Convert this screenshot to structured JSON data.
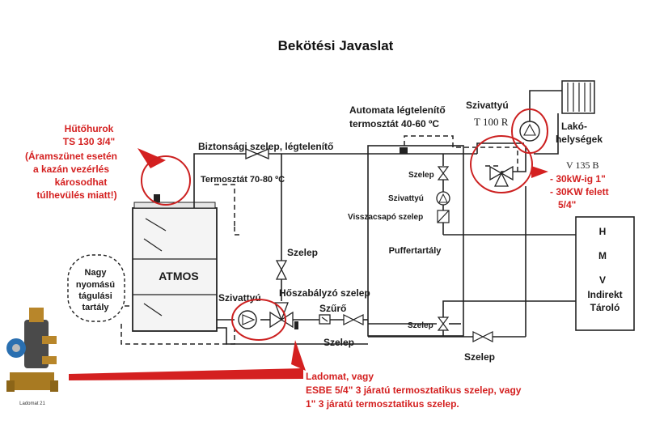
{
  "title": "Bekötési Javaslat",
  "left_note": [
    "Hűtőhurok",
    "TS 130 3/4\"",
    "(Áramszünet esetén",
    "a kazán vezérlés",
    "károsodhat",
    "túlhevülés miatt!)"
  ],
  "labels": {
    "safety_valve": "Biztonsági szelep, légtelenítő",
    "thermostat": "Termosztát 70-80 ºC",
    "auto_vent_1": "Automata légtelenítő",
    "auto_vent_2": "termosztát 40-60 ºC",
    "pump_top": "Szivattyú",
    "t100r": "T 100 R",
    "living_1": "Lakó-",
    "living_2": "helységek",
    "valve_tank": "Szelep",
    "pump_tank": "Szivattyú",
    "check_valve": "Visszacsapó szelep",
    "buffer": "Puffertartály",
    "valve_mid": "Szelep",
    "heat_valve": "Hőszabályzó szelep",
    "filter": "Szűrő",
    "valve_low": "Szelep",
    "valve_right": "Szelep",
    "valve_bottom": "Szelep",
    "pump_low": "Szivattyú",
    "boiler": "ATMOS",
    "expansion": [
      "Nagy",
      "nyomású",
      "tágulási",
      "tartály"
    ],
    "ladomat_caption": "Ladomat 21"
  },
  "right_note": [
    "V 135 B",
    "- 30kW-ig 1\"",
    "- 30KW felett",
    "5/4\""
  ],
  "hmv": {
    "h": "H",
    "m": "M",
    "v": "V",
    "indirect": "Indirekt",
    "store": "Tároló"
  },
  "bottom_note": [
    "Ladomat, vagy",
    "ESBE 5/4\" 3 járatú termosztatikus szelep, vagy",
    "1\" 3 járatú termosztatikus szelep."
  ],
  "colors": {
    "accent": "#d42020",
    "ink": "#1a1a1a"
  }
}
